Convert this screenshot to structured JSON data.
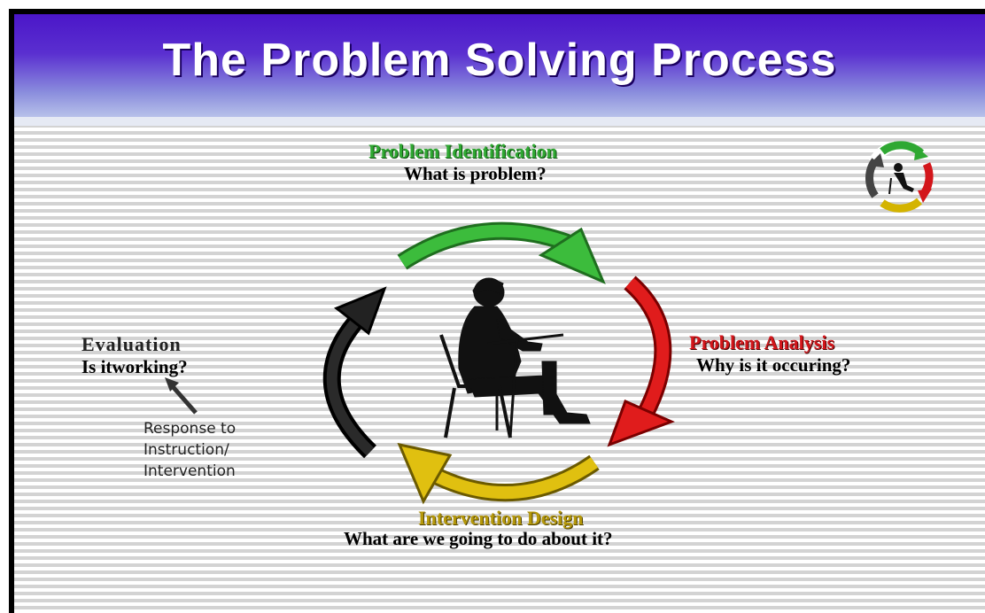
{
  "slide": {
    "title": "The Problem Solving Process"
  },
  "stages": {
    "problem_identification": {
      "title": "Problem Identification",
      "question": "What is problem?",
      "color": "#2fa832"
    },
    "problem_analysis": {
      "title": "Problem Analysis",
      "question": "Why is it occuring?",
      "color": "#d3161b"
    },
    "intervention_design": {
      "title": "Intervention Design",
      "question": "What are we going to do about it?",
      "color": "#d4b400"
    },
    "evaluation": {
      "title": "Evaluation",
      "question": "Is itworking?",
      "color": "#1a1a1a"
    }
  },
  "note": {
    "line1": "Response to",
    "line2": "Instruction/",
    "line3": "Intervention"
  },
  "icons": [
    "person-at-desk-icon",
    "cycle-logo-icon",
    "pointer-arrow-icon"
  ]
}
